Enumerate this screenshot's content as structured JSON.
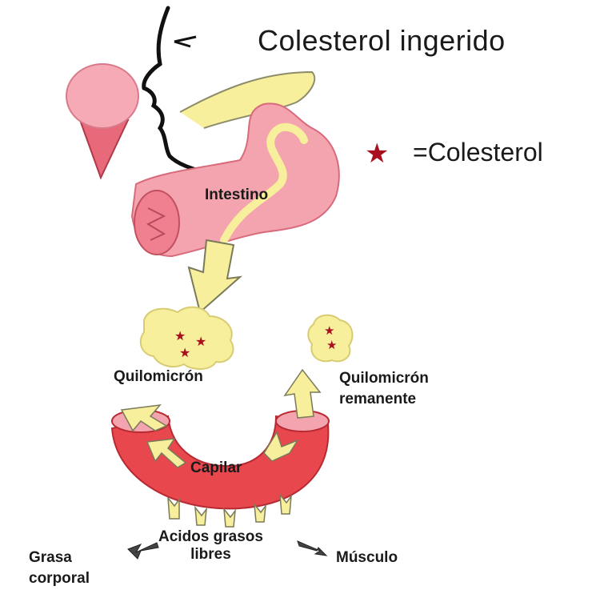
{
  "title": "Colesterol ingerido",
  "legend": {
    "text": "=Colesterol",
    "star_color": "#a8101f"
  },
  "labels": {
    "intestino": "Intestino",
    "quilomicron": "Quilomicrón",
    "quilomicron_remanente_1": "Quilomicrón",
    "quilomicron_remanente_2": "remanente",
    "capilar": "Capilar",
    "acidos_1": "Acidos grasos",
    "acidos_2": "libres",
    "grasa_1": "Grasa",
    "grasa_2": "corporal",
    "musculo": "Músculo"
  },
  "colors": {
    "pink": "#f4a4ae",
    "dark_pink": "#e06a7a",
    "capillary_red": "#e8474e",
    "yellow": "#f7ef9c",
    "dark": "#1a1a1a"
  }
}
